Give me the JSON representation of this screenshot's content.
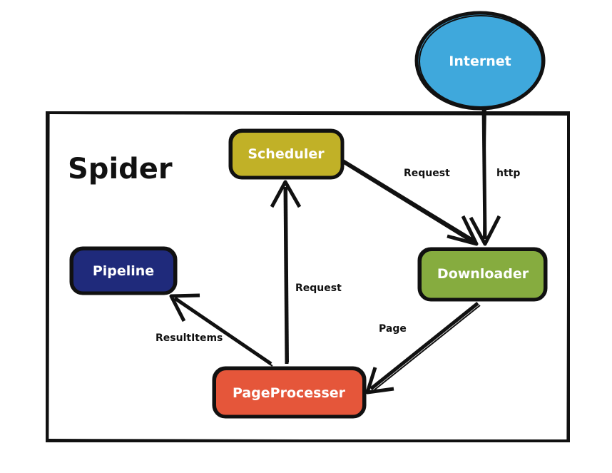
{
  "frame": {
    "title": "Spider"
  },
  "nodes": {
    "internet": {
      "label": "Internet",
      "color": "#3fa8dc"
    },
    "scheduler": {
      "label": "Scheduler",
      "color": "#c1b127"
    },
    "downloader": {
      "label": "Downloader",
      "color": "#86ac3f"
    },
    "pipeline": {
      "label": "Pipeline",
      "color": "#1f2a7b"
    },
    "page_processer": {
      "label": "PageProcesser",
      "color": "#e5563a"
    }
  },
  "edges": {
    "internet_to_downloader": {
      "label": "http"
    },
    "scheduler_to_downloader": {
      "label": "Request"
    },
    "downloader_to_page_processer": {
      "label": "Page"
    },
    "page_processer_to_scheduler": {
      "label": "Request"
    },
    "page_processer_to_pipeline": {
      "label": "ResultItems"
    }
  }
}
